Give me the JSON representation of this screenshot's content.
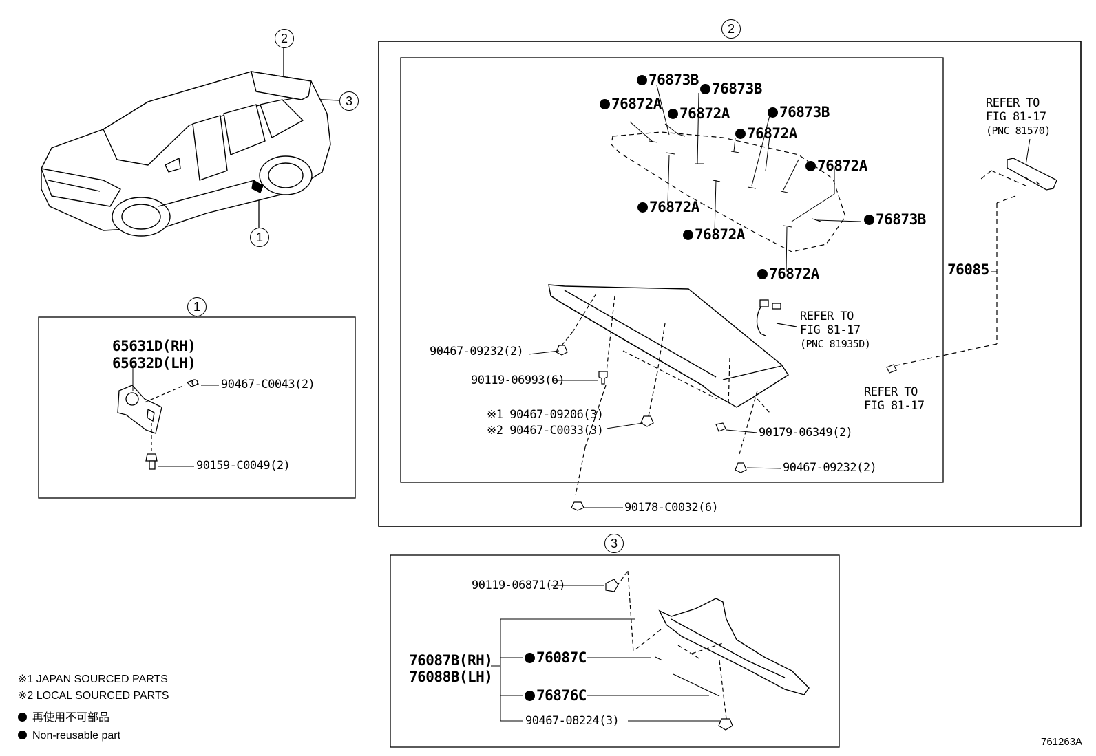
{
  "callouts": {
    "c1": "1",
    "c2": "2",
    "c3": "3"
  },
  "section1": {
    "part_rh": "65631D(RH)",
    "part_lh": "65632D(LH)",
    "clip": "90467-C0043(2)",
    "bolt": "90159-C0049(2)"
  },
  "section2": {
    "decals": {
      "d1": "76873B",
      "d2": "76873B",
      "d3": "76872A",
      "d4": "76872A",
      "d5": "76873B",
      "d6": "76872A",
      "d7": "76872A",
      "d8": "76872A",
      "d9": "76873B",
      "d10": "76872A",
      "d11": "76872A"
    },
    "spoiler_assy": "76085",
    "refer1": {
      "line1": "REFER TO",
      "line2": "FIG 81-17",
      "line3": "(PNC 81570)"
    },
    "refer2": {
      "line1": "REFER TO",
      "line2": "FIG 81-17",
      "line3": "(PNC 81935D)"
    },
    "refer3": {
      "line1": "REFER TO",
      "line2": "FIG 81-17"
    },
    "p_clip_a": "90467-09232(2)",
    "p_stopper": "90119-06993(6)",
    "p_jp": "※1 90467-09206(3)",
    "p_local": "※2 90467-C0033(3)",
    "p_nut": "90179-06349(2)",
    "p_clip_b": "90467-09232(2)",
    "p_nut_b": "90178-C0032(6)"
  },
  "section3": {
    "p_screw": "90119-06871(2)",
    "part_rh": "76087B(RH)",
    "part_lh": "76088B(LH)",
    "p_sub1": "76087C",
    "p_sub2": "76876C",
    "p_clip": "90467-08224(3)"
  },
  "legend": {
    "note1": "※1 JAPAN SOURCED PARTS",
    "note2": "※2 LOCAL SOURCED PARTS",
    "jp": "再使用不可部品",
    "en": "Non-reusable part"
  },
  "figure_id": "761263A"
}
